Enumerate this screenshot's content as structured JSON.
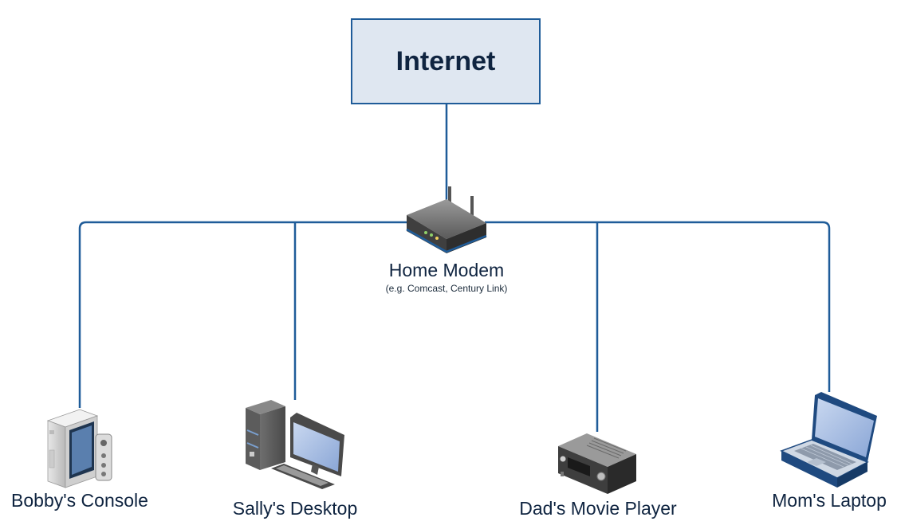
{
  "diagram": {
    "internet": {
      "label": "Internet"
    },
    "modem": {
      "label": "Home Modem",
      "sublabel": "(e.g. Comcast, Century Link)"
    },
    "devices": [
      {
        "label": "Bobby's Console",
        "icon": "game-console-icon"
      },
      {
        "label": "Sally's Desktop",
        "icon": "desktop-computer-icon"
      },
      {
        "label": "Dad's Movie Player",
        "icon": "media-player-icon"
      },
      {
        "label": "Mom's Laptop",
        "icon": "laptop-icon"
      }
    ],
    "colors": {
      "line": "#1f5c99",
      "box_fill": "#dfe7f1",
      "box_border": "#1f5c99",
      "text": "#0f2440"
    }
  }
}
